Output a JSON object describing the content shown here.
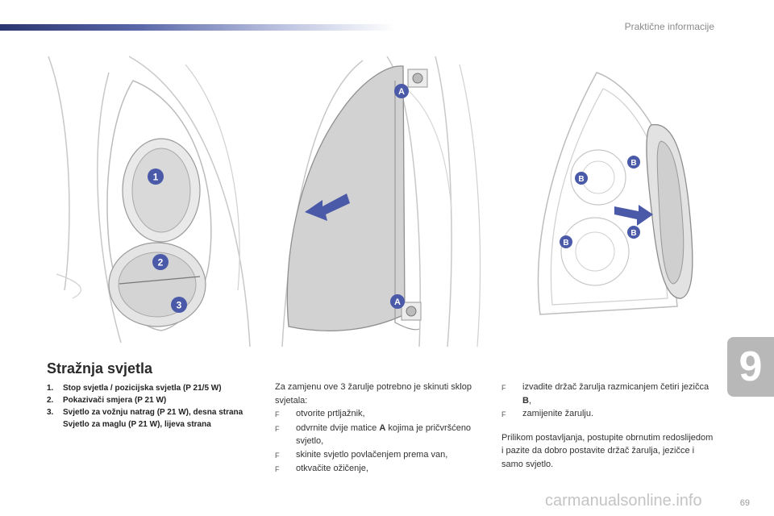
{
  "header": {
    "title": "Praktične informacije"
  },
  "chapter": {
    "number": "9"
  },
  "callouts": {
    "one": "1",
    "two": "2",
    "three": "3",
    "a": "A",
    "b": "B"
  },
  "section": {
    "title": "Stražnja svjetla",
    "legend": [
      {
        "num": "1.",
        "text": "Stop svjetla / pozicijska svjetla (P 21/5 W)"
      },
      {
        "num": "2.",
        "text": "Pokazivači smjera (P 21 W)"
      },
      {
        "num": "3.",
        "text": "Svjetlo za vožnju natrag (P 21 W), desna strana",
        "sub": "Svjetlo za maglu (P 21 W), lijeva strana"
      }
    ]
  },
  "instructions": {
    "intro": "Za zamjenu ove 3 žarulje potrebno je skinuti sklop svjetala:",
    "bullet_glyph": "F",
    "steps_col1": [
      "otvorite prtljažnik,",
      "odvrnite dvije matice",
      "skinite svjetlo povlačenjem prema van,",
      "otkvačite ožičenje,"
    ],
    "step2_bold": "A",
    "step2_rest": " kojima je pričvršćeno svjetlo,",
    "step_col2_1_prefix": "izvadite držač žarulja razmicanjem četiri jezičca ",
    "step_col2_1_bold": "B",
    "step_col2_1_suffix": ",",
    "step_col2_2": "zamijenite žarulju.",
    "outro": "Prilikom postavljanja, postupite obrnutim redoslijedom i pazite da dobro postavite držač žarulja, jezičce i samo svjetlo."
  },
  "footer": {
    "page": "69",
    "watermark": "carmanualsonline.info"
  }
}
